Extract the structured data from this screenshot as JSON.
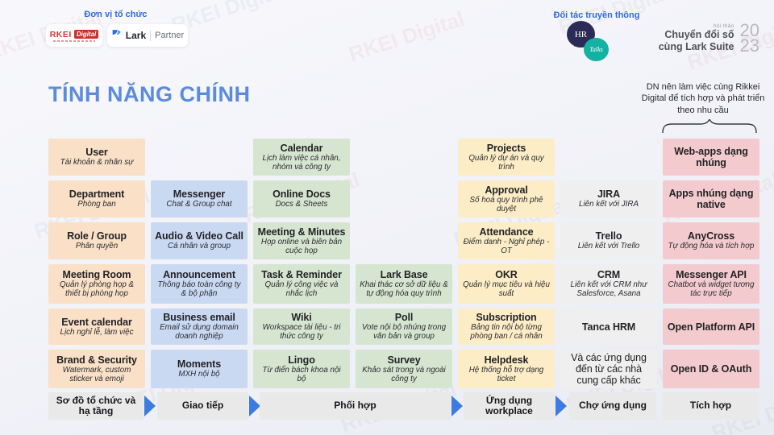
{
  "colors": {
    "title_blue": "#5C8BDB",
    "label_blue": "#2F6BD8",
    "arrow_blue": "#3B7BE2",
    "card_orange": "#F9E0C6",
    "card_blue": "#CAD9F2",
    "card_green": "#D6E5D0",
    "card_yellow": "#FCEDC6",
    "card_gray": "#EFEFEF",
    "card_pink": "#F3CBCE",
    "bar_gray": "#E9E9EA",
    "rikkei_red": "#C8322B",
    "hr_navy": "#2B2B58",
    "talks_teal": "#13B2A3"
  },
  "watermark": {
    "text": "RKEI Digital"
  },
  "header": {
    "left_label": "Đơn vị tổ chức",
    "right_label": "Đối tác truyền thông",
    "rikkei": {
      "name": "RKEI",
      "chip": "Digital"
    },
    "lark": {
      "name": "Lark",
      "partner": "Partner"
    },
    "hrtalks": {
      "hr": "HR",
      "talks": "Talks"
    },
    "event": {
      "small": "hội thảo",
      "line1": "Chuyển đổi số",
      "line2": "cùng Lark Suite",
      "year_top": "20",
      "year_bottom": "23"
    }
  },
  "title": "TÍNH NĂNG CHÍNH",
  "note": {
    "text": "DN nên làm việc cùng Rikkei Digital để tích hợp và phát triển theo nhu cầu"
  },
  "grid": {
    "cards": [
      {
        "col": 1,
        "row": 1,
        "color": "orange",
        "title": "User",
        "subtitle": "Tài khoản & nhân sự"
      },
      {
        "col": 1,
        "row": 2,
        "color": "orange",
        "title": "Department",
        "subtitle": "Phòng ban"
      },
      {
        "col": 1,
        "row": 3,
        "color": "orange",
        "title": "Role / Group",
        "subtitle": "Phân quyền"
      },
      {
        "col": 1,
        "row": 4,
        "color": "orange",
        "title": "Meeting Room",
        "subtitle": "Quản lý phòng họp & thiết bị phòng họp"
      },
      {
        "col": 1,
        "row": 5,
        "color": "orange",
        "title": "Event calendar",
        "subtitle": "Lịch nghỉ lễ, làm việc"
      },
      {
        "col": 1,
        "row": 6,
        "color": "orange",
        "title": "Brand & Security",
        "subtitle": "Watermark, custom sticker và emoji"
      },
      {
        "col": 2,
        "row": 2,
        "color": "blue",
        "title": "Messenger",
        "subtitle": "Chat & Group chat"
      },
      {
        "col": 2,
        "row": 3,
        "color": "blue",
        "title": "Audio & Video Call",
        "subtitle": "Cá nhân và group"
      },
      {
        "col": 2,
        "row": 4,
        "color": "blue",
        "title": "Announcement",
        "subtitle": "Thông báo toàn công ty & bộ phận"
      },
      {
        "col": 2,
        "row": 5,
        "color": "blue",
        "title": "Business email",
        "subtitle": "Email sử dụng domain doanh nghiệp"
      },
      {
        "col": 2,
        "row": 6,
        "color": "blue",
        "title": "Moments",
        "subtitle": "MXH nội bộ"
      },
      {
        "col": 3,
        "row": 1,
        "color": "green",
        "title": "Calendar",
        "subtitle": "Lịch làm việc cá nhân, nhóm và công ty"
      },
      {
        "col": 3,
        "row": 2,
        "color": "green",
        "title": "Online Docs",
        "subtitle": "Docs & Sheets"
      },
      {
        "col": 3,
        "row": 3,
        "color": "green",
        "title": "Meeting & Minutes",
        "subtitle": "Họp online và biên bản cuộc họp"
      },
      {
        "col": 3,
        "row": 4,
        "color": "green",
        "title": "Task & Reminder",
        "subtitle": "Quản lý công việc và nhắc lịch"
      },
      {
        "col": 3,
        "row": 5,
        "color": "green",
        "title": "Wiki",
        "subtitle": "Workspace tài liệu - tri thức công ty"
      },
      {
        "col": 3,
        "row": 6,
        "color": "green",
        "title": "Lingo",
        "subtitle": "Từ điển bách khoa nội bộ"
      },
      {
        "col": 4,
        "row": 4,
        "color": "green",
        "title": "Lark Base",
        "subtitle": "Khai thác cơ sở dữ liệu & tự động hóa quy trình"
      },
      {
        "col": 4,
        "row": 5,
        "color": "green",
        "title": "Poll",
        "subtitle": "Vote nội bộ nhúng trong văn bản và group"
      },
      {
        "col": 4,
        "row": 6,
        "color": "green",
        "title": "Survey",
        "subtitle": "Khảo sát trong và ngoài công ty"
      },
      {
        "col": 5,
        "row": 1,
        "color": "yellow",
        "title": "Projects",
        "subtitle": "Quản lý dự án và quy trình"
      },
      {
        "col": 5,
        "row": 2,
        "color": "yellow",
        "title": "Approval",
        "subtitle": "Số hoá quy trình phê duyệt"
      },
      {
        "col": 5,
        "row": 3,
        "color": "yellow",
        "title": "Attendance",
        "subtitle": "Điểm danh - Nghỉ phép - OT"
      },
      {
        "col": 5,
        "row": 4,
        "color": "yellow",
        "title": "OKR",
        "subtitle": "Quản lý mục tiêu và hiệu suất"
      },
      {
        "col": 5,
        "row": 5,
        "color": "yellow",
        "title": "Subscription",
        "subtitle": "Bảng tin nội bộ từng phòng ban / cá nhân"
      },
      {
        "col": 5,
        "row": 6,
        "color": "yellow",
        "title": "Helpdesk",
        "subtitle": "Hệ thống hỗ trợ dạng ticket"
      },
      {
        "col": 6,
        "row": 2,
        "color": "gray",
        "title": "JIRA",
        "subtitle": "Liên kết với JIRA"
      },
      {
        "col": 6,
        "row": 3,
        "color": "gray",
        "title": "Trello",
        "subtitle": "Liên kết với Trello"
      },
      {
        "col": 6,
        "row": 4,
        "color": "gray",
        "title": "CRM",
        "subtitle": "Liên kết với CRM như Salesforce, Asana"
      },
      {
        "col": 6,
        "row": 5,
        "color": "gray",
        "title": "Tanca HRM",
        "subtitle": ""
      },
      {
        "col": 6,
        "row": 6,
        "color": "gray",
        "title": "Và các ứng dụng đến từ các nhà cung cấp khác",
        "subtitle": "",
        "plain": true
      },
      {
        "col": 7,
        "row": 1,
        "color": "pink",
        "title": "Web-apps dạng nhúng",
        "subtitle": ""
      },
      {
        "col": 7,
        "row": 2,
        "color": "pink",
        "title": "Apps nhúng dạng native",
        "subtitle": ""
      },
      {
        "col": 7,
        "row": 3,
        "color": "pink",
        "title": "AnyCross",
        "subtitle": "Tự động hóa và tích hợp"
      },
      {
        "col": 7,
        "row": 4,
        "color": "pink",
        "title": "Messenger API",
        "subtitle": "Chatbot và widget tương tác trực tiếp"
      },
      {
        "col": 7,
        "row": 5,
        "color": "pink",
        "title": "Open Platform API",
        "subtitle": ""
      },
      {
        "col": 7,
        "row": 6,
        "color": "pink",
        "title": "Open ID & OAuth",
        "subtitle": ""
      }
    ]
  },
  "footer": {
    "bars": [
      {
        "label": "Sơ đồ tổ chức và hạ tầng",
        "arrow_after": true
      },
      {
        "label": "Giao tiếp",
        "arrow_after": true
      },
      {
        "label": "Phối hợp",
        "arrow_after": true
      },
      {
        "label": "Ứng dụng workplace",
        "arrow_after": true
      },
      {
        "label": "Chợ ứng dụng",
        "arrow_after": false
      },
      {
        "label": "Tích hợp",
        "arrow_after": false
      }
    ]
  }
}
